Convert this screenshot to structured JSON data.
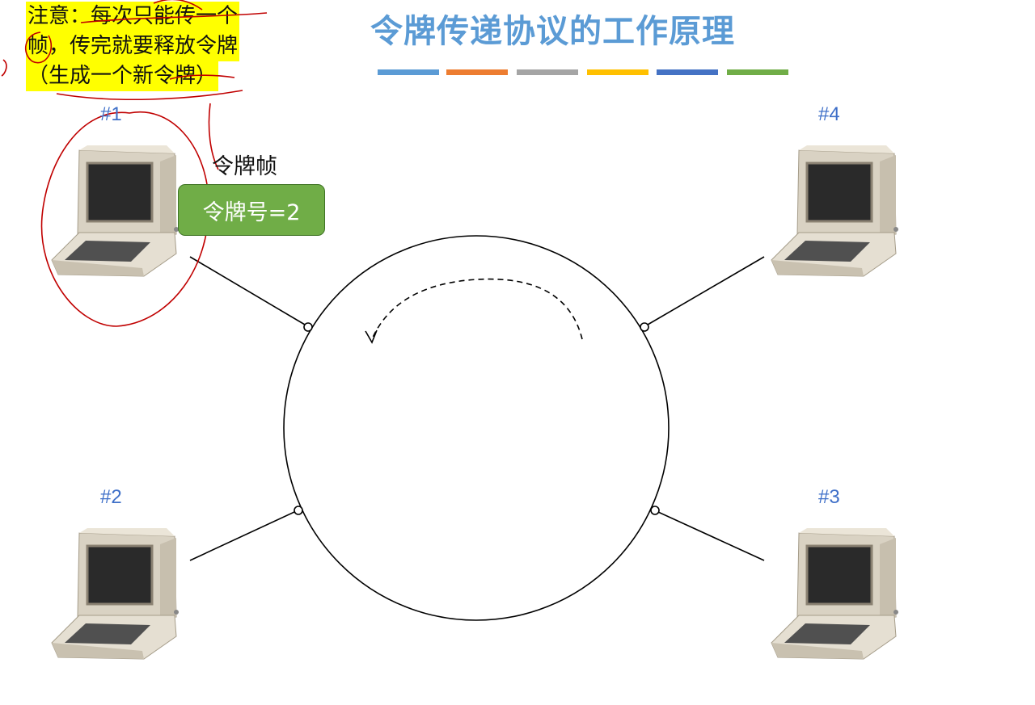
{
  "title": "令牌传递协议的工作原理",
  "title_bar_colors": [
    "#5b9bd5",
    "#ed7d31",
    "#a5a5a5",
    "#ffc000",
    "#4472c4",
    "#70ad47"
  ],
  "note": {
    "line1": "注意：每次只能传一个",
    "line2": "帧，传完就要释放令牌",
    "line3": "（生成一个新令牌）"
  },
  "nodes": [
    {
      "label": "#1"
    },
    {
      "label": "#2"
    },
    {
      "label": "#3"
    },
    {
      "label": "#4"
    }
  ],
  "token": {
    "caption": "令牌帧",
    "box_text": "令牌号=2",
    "box_color": "#70ad47"
  },
  "colors": {
    "node_label": "#3e6fc8",
    "highlight": "#ffff00",
    "annotation_ink": "#c00000"
  }
}
